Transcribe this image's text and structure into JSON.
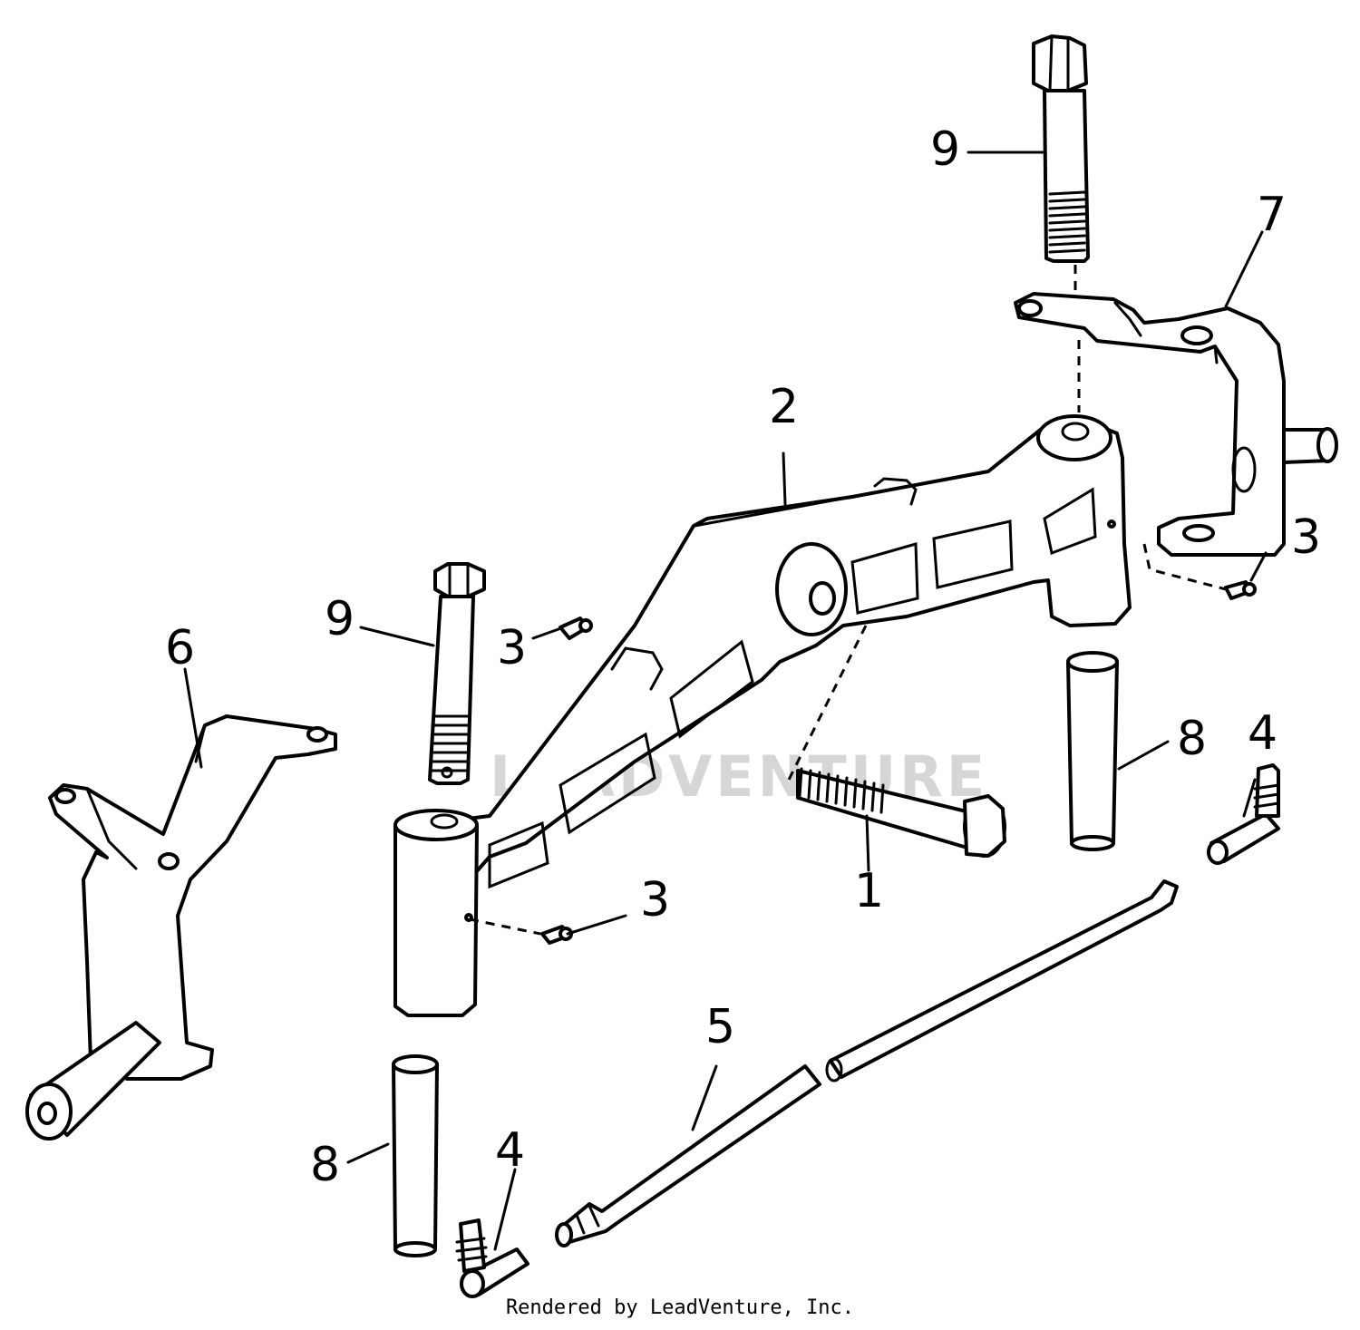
{
  "callouts": [
    "9",
    "7",
    "2",
    "3",
    "9",
    "3",
    "6",
    "8",
    "4",
    "1",
    "3",
    "5",
    "8",
    "4"
  ],
  "watermark": "LEADVENTURE",
  "footer": "Rendered by LeadVenture, Inc.",
  "colors": {
    "line": "#000000",
    "background": "#ffffff",
    "watermark": "#d6d6d6"
  }
}
